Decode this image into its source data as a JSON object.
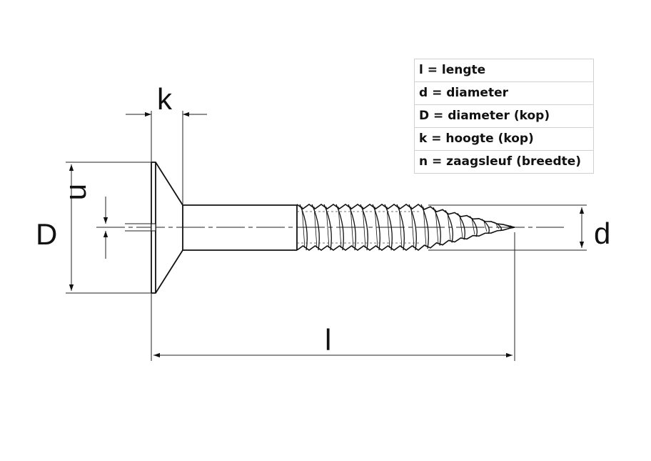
{
  "dimension_labels": {
    "k": "k",
    "n": "n",
    "D": "D",
    "d": "d",
    "l": "l"
  },
  "legend": [
    {
      "text": "l = lengte"
    },
    {
      "text": "d = diameter"
    },
    {
      "text": "D = diameter (kop)"
    },
    {
      "text": "k = hoogte (kop)"
    },
    {
      "text": "n = zaagsleuf (breedte)"
    }
  ],
  "colors": {
    "line": "#111111",
    "legend_border": "#d0d0d0"
  }
}
